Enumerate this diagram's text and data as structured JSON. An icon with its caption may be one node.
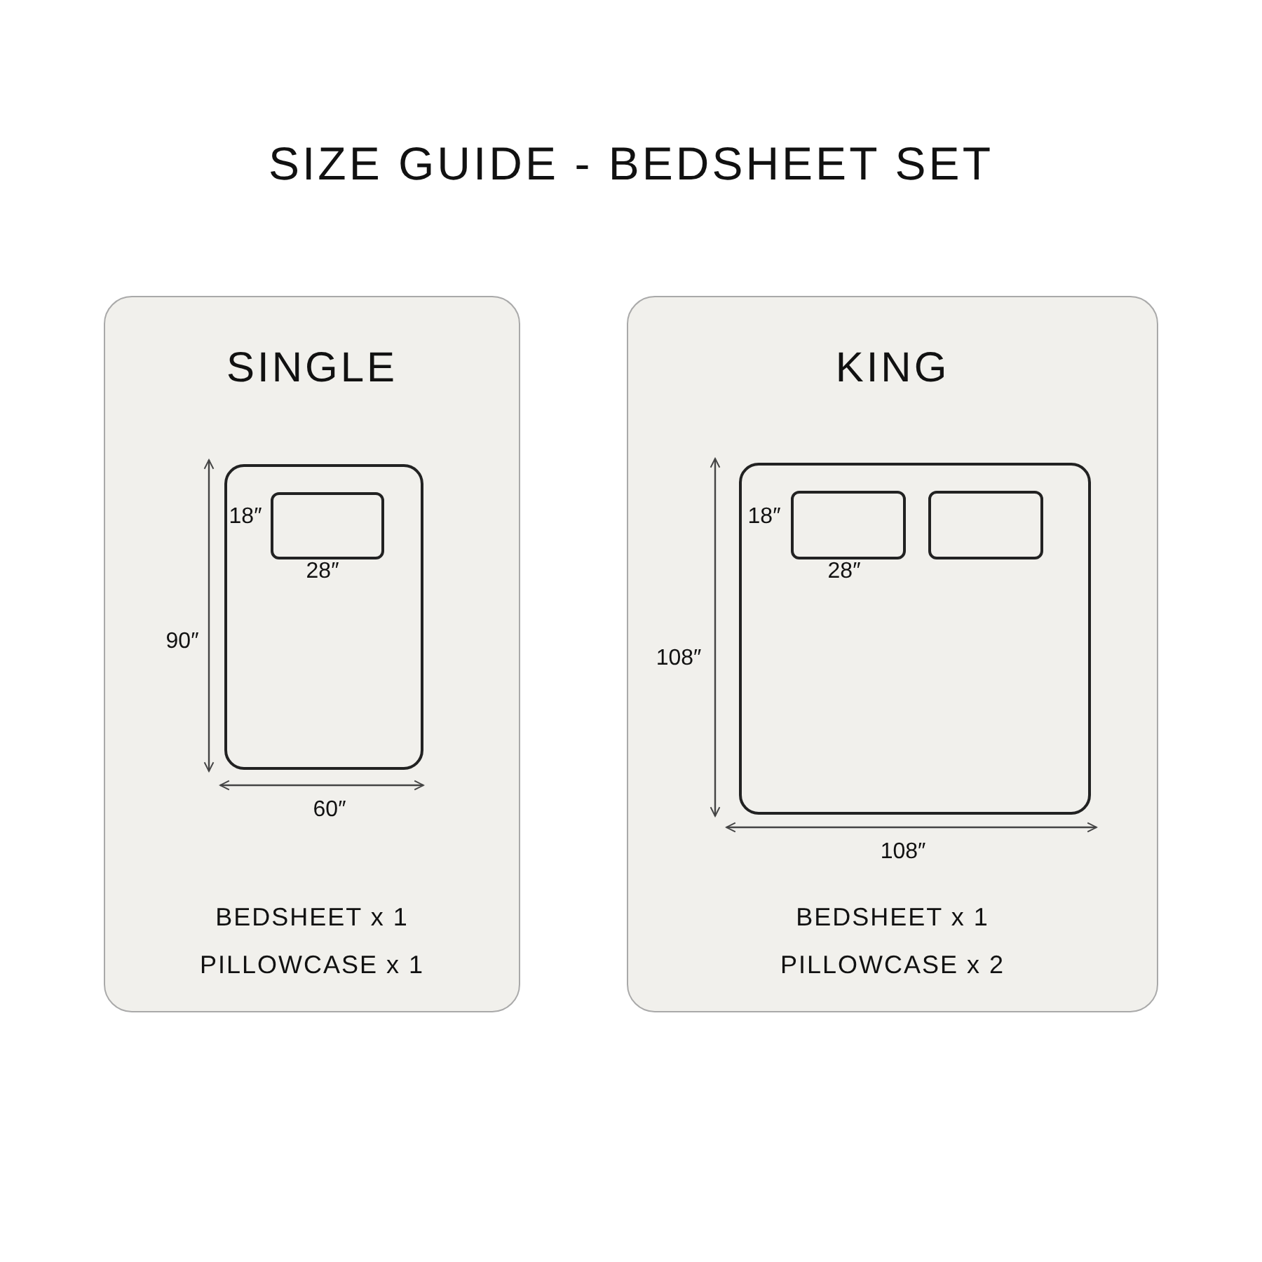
{
  "diagram": {
    "title": "SIZE GUIDE - BEDSHEET SET",
    "nodes": [
      {
        "text": [
          "SINGLE",
          "BEDSHEET x 1",
          "PILLOWCASE x 1"
        ]
      },
      {
        "text": [],
        "shape": "box",
        "in": 0
      },
      {
        "text": [],
        "shape": "box",
        "in": 1
      },
      {
        "text": [
          "KING",
          "BEDSHEET x 1",
          "PILLOWCASE x 2"
        ]
      },
      {
        "text": [],
        "shape": "box",
        "in": 3
      },
      {
        "text": [],
        "shape": "box",
        "in": 4
      },
      {
        "text": [],
        "shape": "box",
        "in": 4
      }
    ],
    "edges": [],
    "labels": [
      "18″",
      "28″",
      "90″",
      "60″",
      "18″",
      "28″",
      "108″",
      "108″"
    ]
  }
}
